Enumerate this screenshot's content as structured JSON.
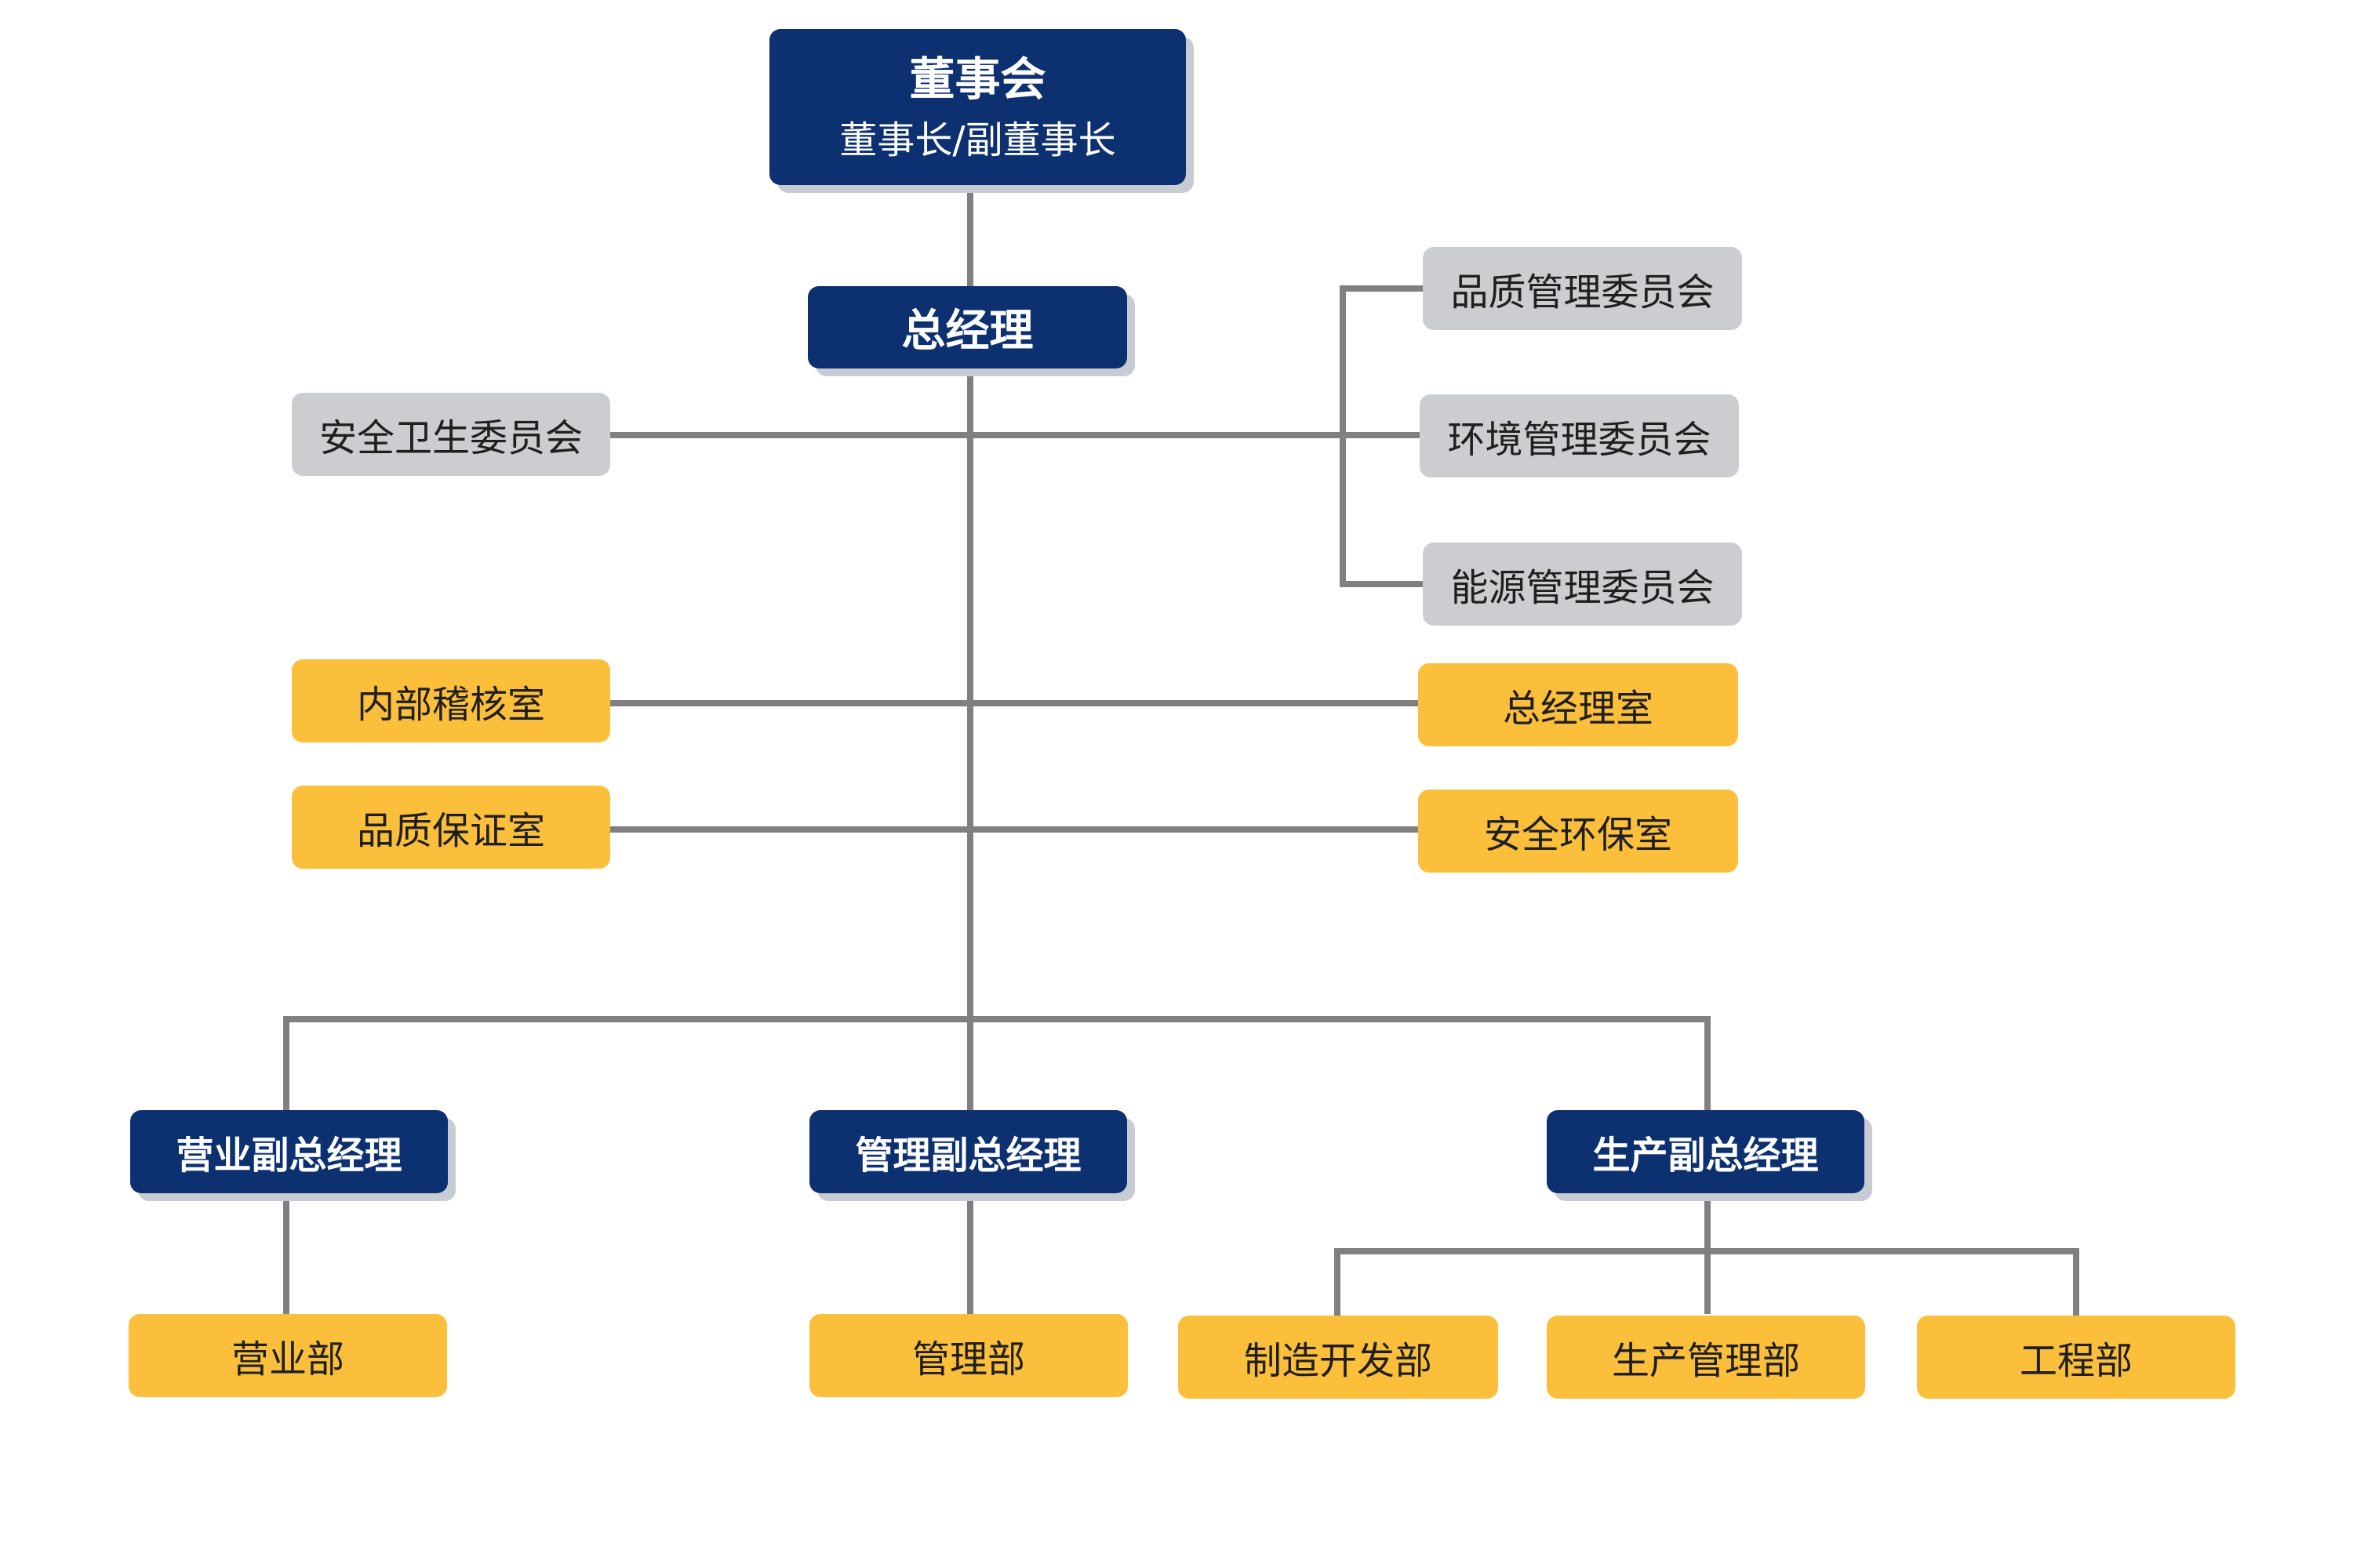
{
  "board": {
    "title": "董事会",
    "subtitle": "董事长/副董事长"
  },
  "general_manager": {
    "label": "总经理"
  },
  "committees": {
    "safety_health": "安全卫生委员会",
    "quality_mgmt": "品质管理委员会",
    "environment_mgmt": "环境管理委员会",
    "energy_mgmt": "能源管理委员会"
  },
  "staff_offices": {
    "internal_audit": "内部稽核室",
    "gm_office": "总经理室",
    "quality_assurance": "品质保证室",
    "safety_env": "安全环保室"
  },
  "vice_gms": {
    "sales": "营业副总经理",
    "management": "管理副总经理",
    "production": "生产副总经理"
  },
  "departments": {
    "sales": "营业部",
    "management": "管理部",
    "manufacturing_dev": "制造开发部",
    "production_mgmt": "生产管理部",
    "engineering": "工程部"
  },
  "colors": {
    "navy": "#0d3170",
    "gray": "#cbcdd1",
    "yellow": "#fbbf3c",
    "connector": "#808080"
  }
}
